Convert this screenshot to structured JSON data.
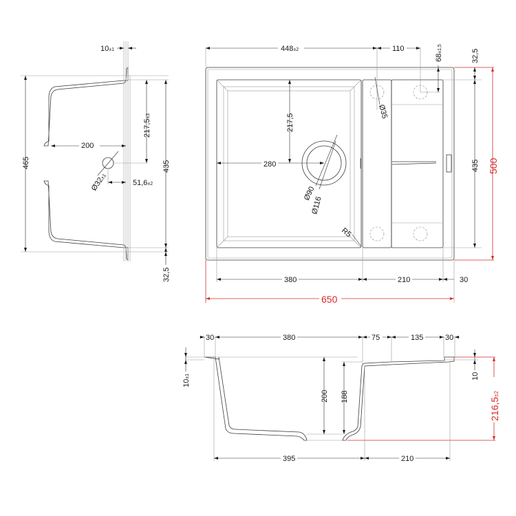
{
  "drawing": {
    "subject": "Kitchen sink technical drawing",
    "colors": {
      "line": "#3a3a3a",
      "dimension": "#2a2a2a",
      "overall_dimension": "#d42a2a",
      "background": "#ffffff"
    }
  },
  "side_view": {
    "dims": {
      "flange_thickness": "10",
      "flange_thickness_tol": "±1",
      "overall_length": "465",
      "bowl_length": "435",
      "drain_offset_y": "217,5",
      "drain_offset_y_tol": "±3",
      "drain_depth": "200",
      "drain_diameter": "Ø32",
      "drain_diameter_tol": "±1",
      "drain_offset_x": "51,6",
      "drain_offset_x_tol": "±2",
      "bottom_margin": "32,5"
    }
  },
  "top_view": {
    "dims": {
      "bowl_drain_offset": "448",
      "bowl_drain_offset_tol": "±2",
      "tap_hole_spacing": "110",
      "tap_hole_offset": "68",
      "tap_hole_offset_tol": "±1,5",
      "top_margin": "32,5",
      "bowl_depth_to_drain": "217,5",
      "tap_hole_diameter": "Ø35",
      "drain_from_left": "280",
      "drain_inner_diameter": "Ø90",
      "drain_outer_diameter": "Ø116",
      "corner_radius": "R5",
      "inner_height": "435",
      "overall_height": "500",
      "bowl_width": "380",
      "drainer_width": "210",
      "right_margin": "30",
      "overall_width": "650"
    }
  },
  "front_section": {
    "dims": {
      "left_rim": "30",
      "bowl_top_width": "380",
      "drainer_gap": "75",
      "drainer_width": "135",
      "right_rim": "30",
      "rim_thickness": "10",
      "rim_thickness_tol": "±1",
      "bowl_depth": "200",
      "bowl_inner_depth": "188",
      "drainer_thickness": "10",
      "overall_depth": "216,5",
      "overall_depth_tol": "±2",
      "bowl_bottom_width": "395",
      "drainer_bottom_width": "210"
    }
  }
}
